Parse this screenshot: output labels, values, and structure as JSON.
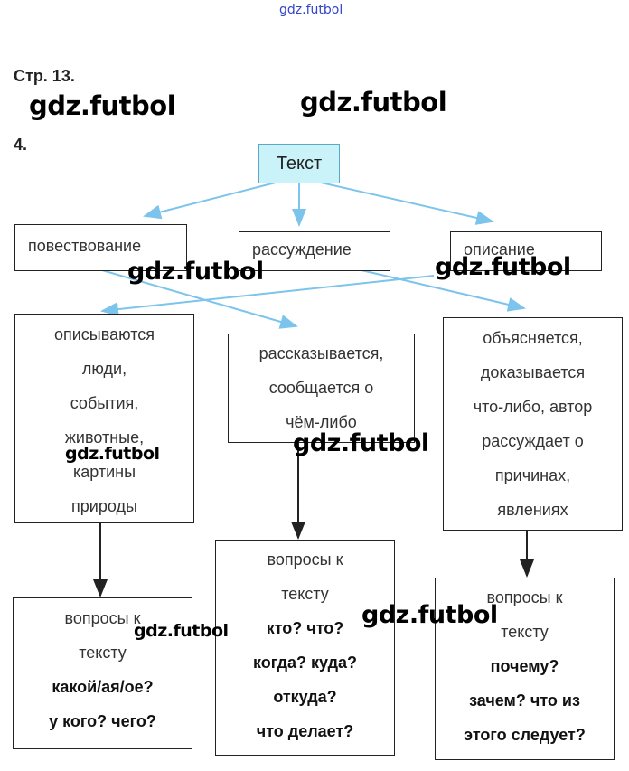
{
  "header_watermark": "gdz.futbol",
  "page_label": "Стр. 13.",
  "task_number": "4.",
  "watermarks": [
    "gdz.futbol",
    "gdz.futbol",
    "gdz.futbol",
    "gdz.futbol",
    "gdz.futbol",
    "gdz.futbol",
    "gdz.futbol"
  ],
  "diagram": {
    "root": "Текст",
    "types": [
      "повествование",
      "рассуждение",
      "описание"
    ],
    "descriptions": {
      "povestvovanie": [
        "описываются",
        "люди,",
        "события,",
        "животные,",
        "картины",
        "природы"
      ],
      "rassuzhdenie": [
        "рассказывается,",
        "сообщается о",
        "чём-либо"
      ],
      "opisanie": [
        "объясняется,",
        "доказывается",
        "что-либо, автор",
        "рассуждает о",
        "причинах,",
        "явлениях"
      ]
    },
    "questions": {
      "left": {
        "heading": [
          "вопросы к",
          "тексту"
        ],
        "items": [
          "какой/ая/ое?",
          "у кого? чего?"
        ]
      },
      "middle": {
        "heading": [
          "вопросы к",
          "тексту"
        ],
        "items": [
          "кто? что?",
          "когда? куда?",
          "откуда?",
          "что делает?"
        ]
      },
      "right": {
        "heading": [
          "вопросы к",
          "тексту"
        ],
        "items": [
          "почему?",
          "зачем? что из",
          "этого следует?"
        ]
      }
    },
    "colors": {
      "root_fill": "#c9f3f9",
      "blue_arrow": "#7cc4ec",
      "black_arrow": "#222222"
    }
  }
}
